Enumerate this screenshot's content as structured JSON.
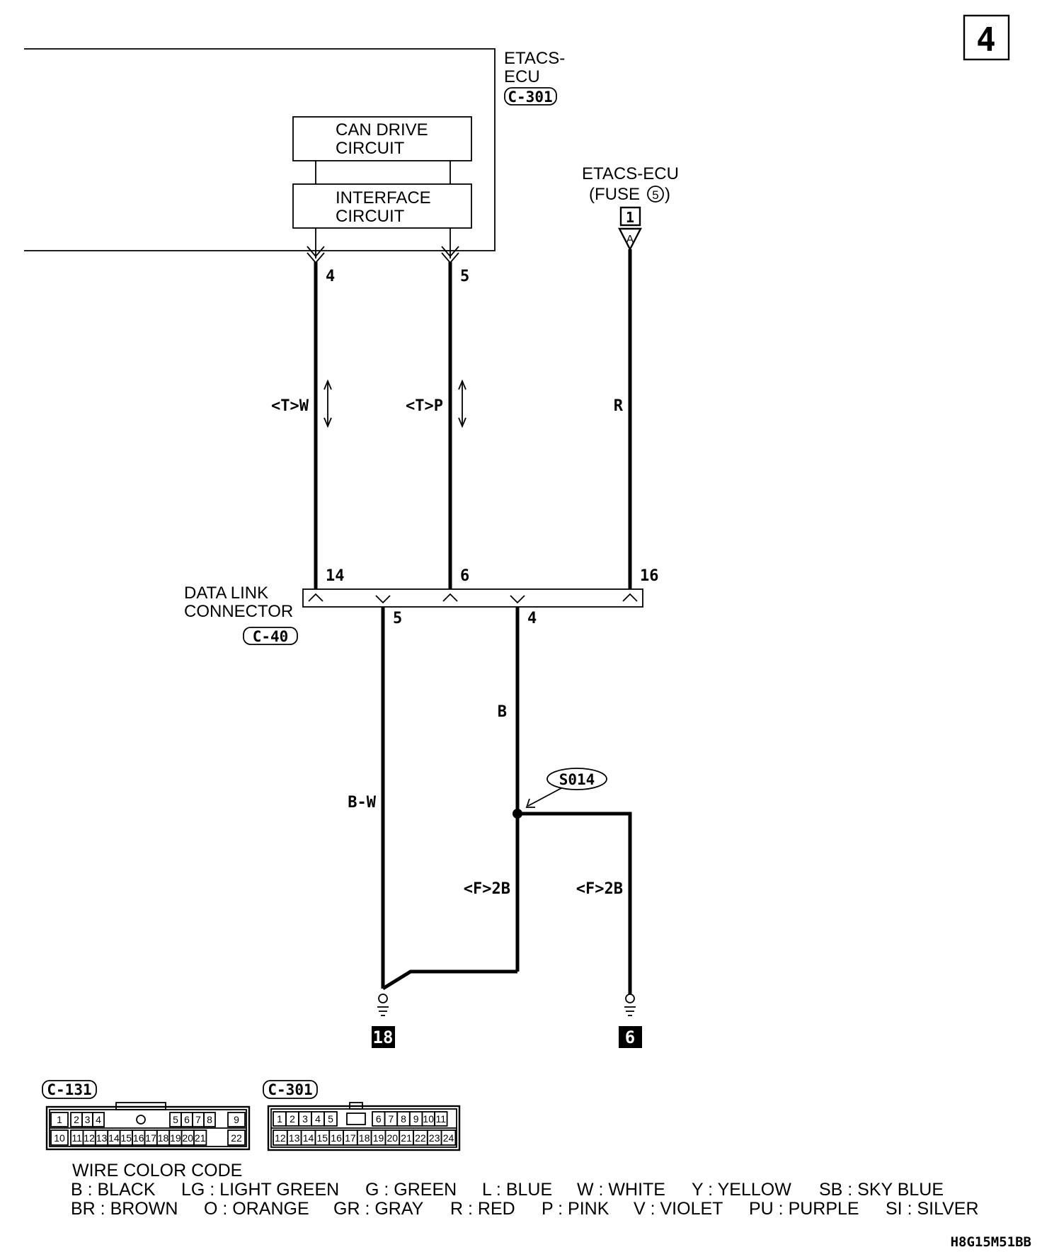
{
  "page_number": "4",
  "etacs_ecu": {
    "line1": "ETACS-",
    "line2": "ECU",
    "connector": "C-301"
  },
  "can_drive_circuit": {
    "line1": "CAN DRIVE",
    "line2": "CIRCUIT"
  },
  "interface_circuit": {
    "line1": "INTERFACE",
    "line2": "CIRCUIT"
  },
  "fuse_source": {
    "line1": "ETACS-ECU",
    "line2_prefix": "(FUSE",
    "fuse_no": "5",
    "line2_suffix": ")",
    "terminal_box": "1",
    "arrow_letter": "A"
  },
  "ecu_pins": {
    "pin_a": "4",
    "pin_b": "5"
  },
  "wires": {
    "w1": "<T>W",
    "w2": "<T>P",
    "w3": "R",
    "w4": "B-W",
    "w5": "B",
    "w6": "<F>2B",
    "w7": "<F>2B"
  },
  "dlc": {
    "line1": "DATA LINK",
    "line2": "CONNECTOR",
    "connector": "C-40",
    "pins_top": [
      "14",
      "6",
      "16"
    ],
    "pins_bottom": [
      "5",
      "4"
    ]
  },
  "splice": "S014",
  "grounds": [
    "18",
    "6"
  ],
  "connector_views": [
    {
      "name": "C-131",
      "top": [
        "1",
        "2",
        "3",
        "4",
        "5",
        "6",
        "7",
        "8",
        "9"
      ],
      "bottom": [
        "10",
        "11",
        "12",
        "13",
        "14",
        "15",
        "16",
        "17",
        "18",
        "19",
        "20",
        "21",
        "22"
      ]
    },
    {
      "name": "C-301",
      "top": [
        "1",
        "2",
        "3",
        "4",
        "5",
        "6",
        "7",
        "8",
        "9",
        "10",
        "11"
      ],
      "bottom": [
        "12",
        "13",
        "14",
        "15",
        "16",
        "17",
        "18",
        "19",
        "20",
        "21",
        "22",
        "23",
        "24"
      ]
    }
  ],
  "wire_color_code": {
    "title": "WIRE COLOR CODE",
    "row1": [
      "B : BLACK",
      "LG : LIGHT GREEN",
      "G : GREEN",
      "L : BLUE",
      "W : WHITE",
      "Y : YELLOW",
      "SB : SKY BLUE"
    ],
    "row2": [
      "BR : BROWN",
      "O : ORANGE",
      "GR : GRAY",
      "R : RED",
      "P : PINK",
      "V : VIOLET",
      "PU : PURPLE",
      "SI : SILVER"
    ]
  },
  "figure_code": "H8G15M51BB"
}
